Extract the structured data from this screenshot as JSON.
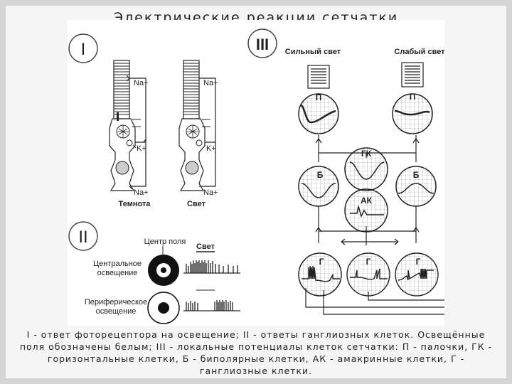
{
  "title": "Электрические реакции сетчатки",
  "roman": {
    "one": "I",
    "two": "II",
    "three": "III"
  },
  "part1": {
    "na_top": "Na+",
    "k": "K+",
    "na_bottom": "Na+",
    "dark_label": "Темнота",
    "light_label": "Свет"
  },
  "part2": {
    "field_center": "Центр поля",
    "light": "Свет",
    "central_line1": "Центральное",
    "central_line2": "освещение",
    "peripheral_line1": "Периферическое",
    "peripheral_line2": "освещение"
  },
  "part3": {
    "strong_light": "Сильный свет",
    "weak_light": "Слабый свет",
    "cells": {
      "rod": "П",
      "bipolar": "Б",
      "horizontal": "ГК",
      "amacrine": "АК",
      "ganglion": "Г"
    }
  },
  "caption": "I - ответ фоторецептора на освещение; II - ответы ганглиозных клеток. Освещённые поля обозначены белым; III - локальные потенциалы клеток сетчатки: П - палочки, ГК - горизонтальные клетки, Б - биполярные клетки, АК - амакринные клетки, Г - ганглиозные клетки."
}
